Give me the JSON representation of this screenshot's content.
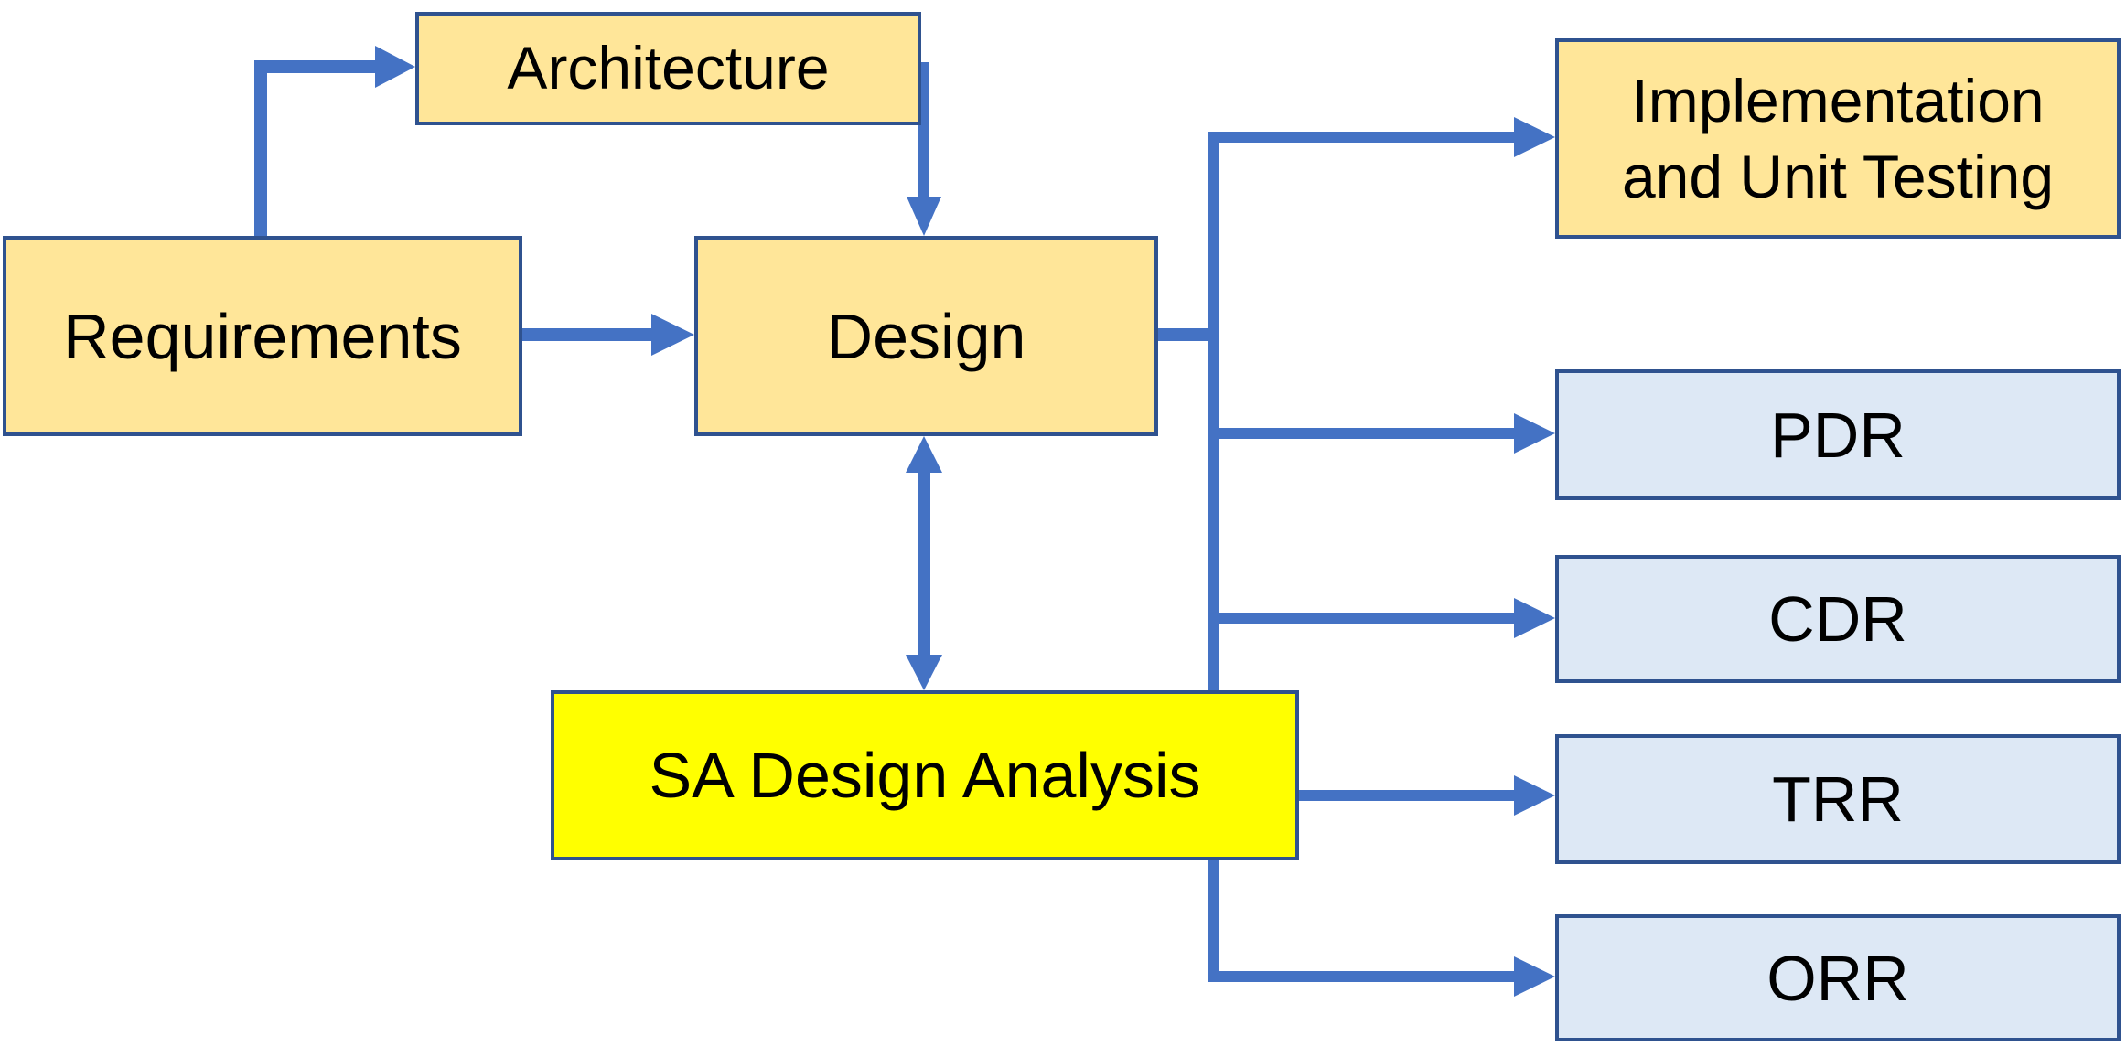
{
  "diagram": {
    "nodes": {
      "requirements": {
        "label": "Requirements",
        "fill": "#ffe699"
      },
      "architecture": {
        "label": "Architecture",
        "fill": "#ffe699"
      },
      "design": {
        "label": "Design",
        "fill": "#ffe699"
      },
      "sa_design_analysis": {
        "label": "SA Design Analysis",
        "fill": "#ffff00"
      },
      "implementation": {
        "label_line1": "Implementation",
        "label_line2": "and Unit Testing",
        "fill": "#ffe699"
      },
      "pdr": {
        "label": "PDR",
        "fill": "#dde8f5"
      },
      "cdr": {
        "label": "CDR",
        "fill": "#dde8f5"
      },
      "trr": {
        "label": "TRR",
        "fill": "#dde8f5"
      },
      "orr": {
        "label": "ORR",
        "fill": "#dde8f5"
      }
    },
    "edges": [
      {
        "from": "requirements",
        "to": "architecture",
        "type": "arrow"
      },
      {
        "from": "requirements",
        "to": "design",
        "type": "arrow"
      },
      {
        "from": "architecture",
        "to": "design",
        "type": "arrow"
      },
      {
        "from": "design",
        "to": "sa_design_analysis",
        "type": "bidirectional"
      },
      {
        "from": "design",
        "to": "implementation",
        "type": "arrow"
      },
      {
        "from": "design",
        "to": "pdr",
        "type": "arrow"
      },
      {
        "from": "design",
        "to": "cdr",
        "type": "arrow"
      },
      {
        "from": "design",
        "to": "trr",
        "type": "arrow"
      },
      {
        "from": "design",
        "to": "orr",
        "type": "arrow"
      }
    ],
    "colors": {
      "connector": "#4472c4",
      "border": "#2f528f"
    }
  }
}
